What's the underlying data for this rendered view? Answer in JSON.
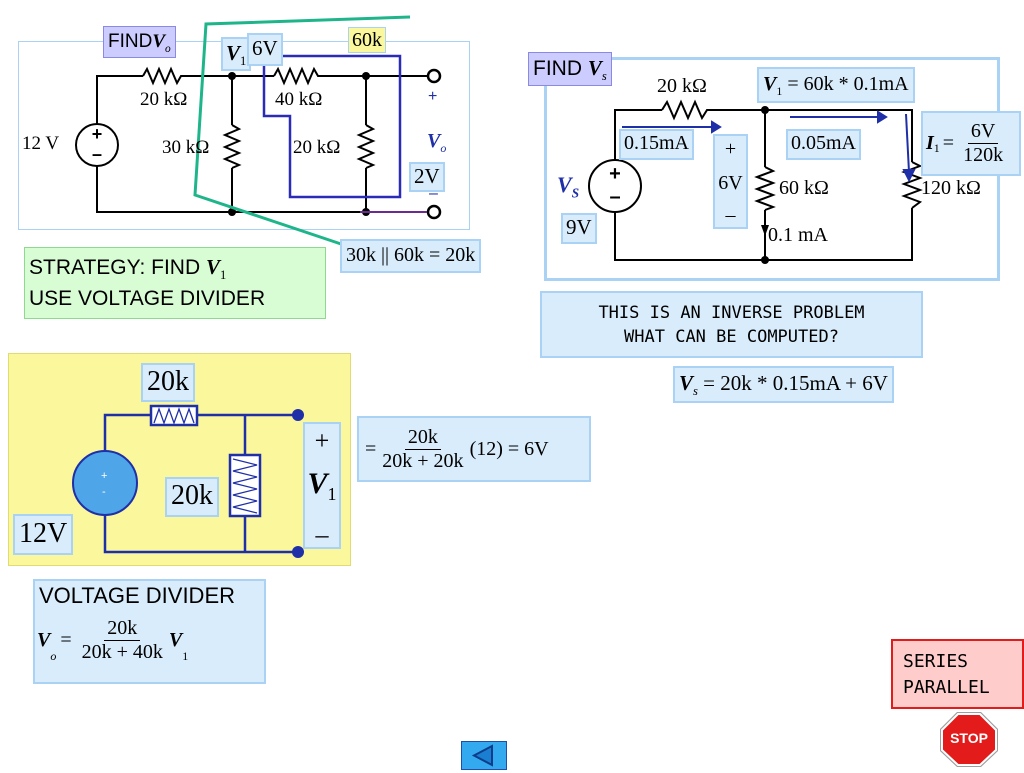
{
  "top_left": {
    "find_label": "FIND",
    "find_var": "V",
    "find_sub": "o",
    "source_voltage": "12 V",
    "r1": "20 kΩ",
    "r2": "30 kΩ",
    "r3": "40 kΩ",
    "r4": "20 kΩ",
    "plus": "+",
    "minus": "–",
    "out_var": "V",
    "out_sub": "o",
    "v1_var": "V",
    "v1_sub": "1",
    "v1_value": "6V",
    "box_60k": "60k",
    "out_value": "2V",
    "parallel_eq": "30k || 60k = 20k"
  },
  "strategy": {
    "line1_prefix": "STRATEGY: FIND",
    "line1_var": "V",
    "line1_sub": "1",
    "line2": "USE VOLTAGE DIVIDER"
  },
  "equivalent": {
    "r_top": "20k",
    "r_mid": "20k",
    "source": "12V",
    "src_plus": "+",
    "src_minus": "-",
    "plus": "+",
    "minus": "–",
    "v_var": "V",
    "v_sub": "1"
  },
  "v1_formula": {
    "eq": "=",
    "num": "20k",
    "den": "20k + 20k",
    "tail": "(12) = 6V"
  },
  "voltage_divider": {
    "title": "VOLTAGE DIVIDER",
    "lhs_var": "V",
    "lhs_sub": "o",
    "eq": "=",
    "num": "20k",
    "den": "20k + 40k",
    "rhs_var": "V",
    "rhs_sub": "1"
  },
  "top_right": {
    "find_label": "FIND",
    "find_var": "V",
    "find_sub": "s",
    "r1": "20 kΩ",
    "r2": "60 kΩ",
    "r3": "120 kΩ",
    "v1_eq_lhs_var": "V",
    "v1_eq_lhs_sub": "1",
    "v1_eq_rhs": "= 60k * 0.1mA",
    "i_left": "0.15mA",
    "i_mid": "0.05mA",
    "mid_plus": "+",
    "mid_value": "6V",
    "mid_minus": "–",
    "i_down": "0.1 mA",
    "vs_label": "V",
    "vs_sub": "S",
    "vs_value": "9V",
    "i1_var": "I",
    "i1_sub": "1",
    "i1_num": "6V",
    "i1_den": "120k"
  },
  "inverse_note": {
    "line1": "THIS IS AN INVERSE PROBLEM",
    "line2": "WHAT CAN BE COMPUTED?"
  },
  "vs_formula": {
    "lhs_var": "V",
    "lhs_sub": "s",
    "rhs": "= 20k * 0.15mA + 6V"
  },
  "series_parallel": {
    "line1": "SERIES",
    "line2": "PARALLEL"
  },
  "stop_label": "STOP",
  "colors": {
    "navy": "#1f2fa8",
    "teal": "#1fb58b",
    "light_blue": "#d9ecfb",
    "yellow": "#fbf79c",
    "green_fill": "#d8fcd4",
    "pink": "#ffcccc",
    "red": "#e41b1b"
  }
}
